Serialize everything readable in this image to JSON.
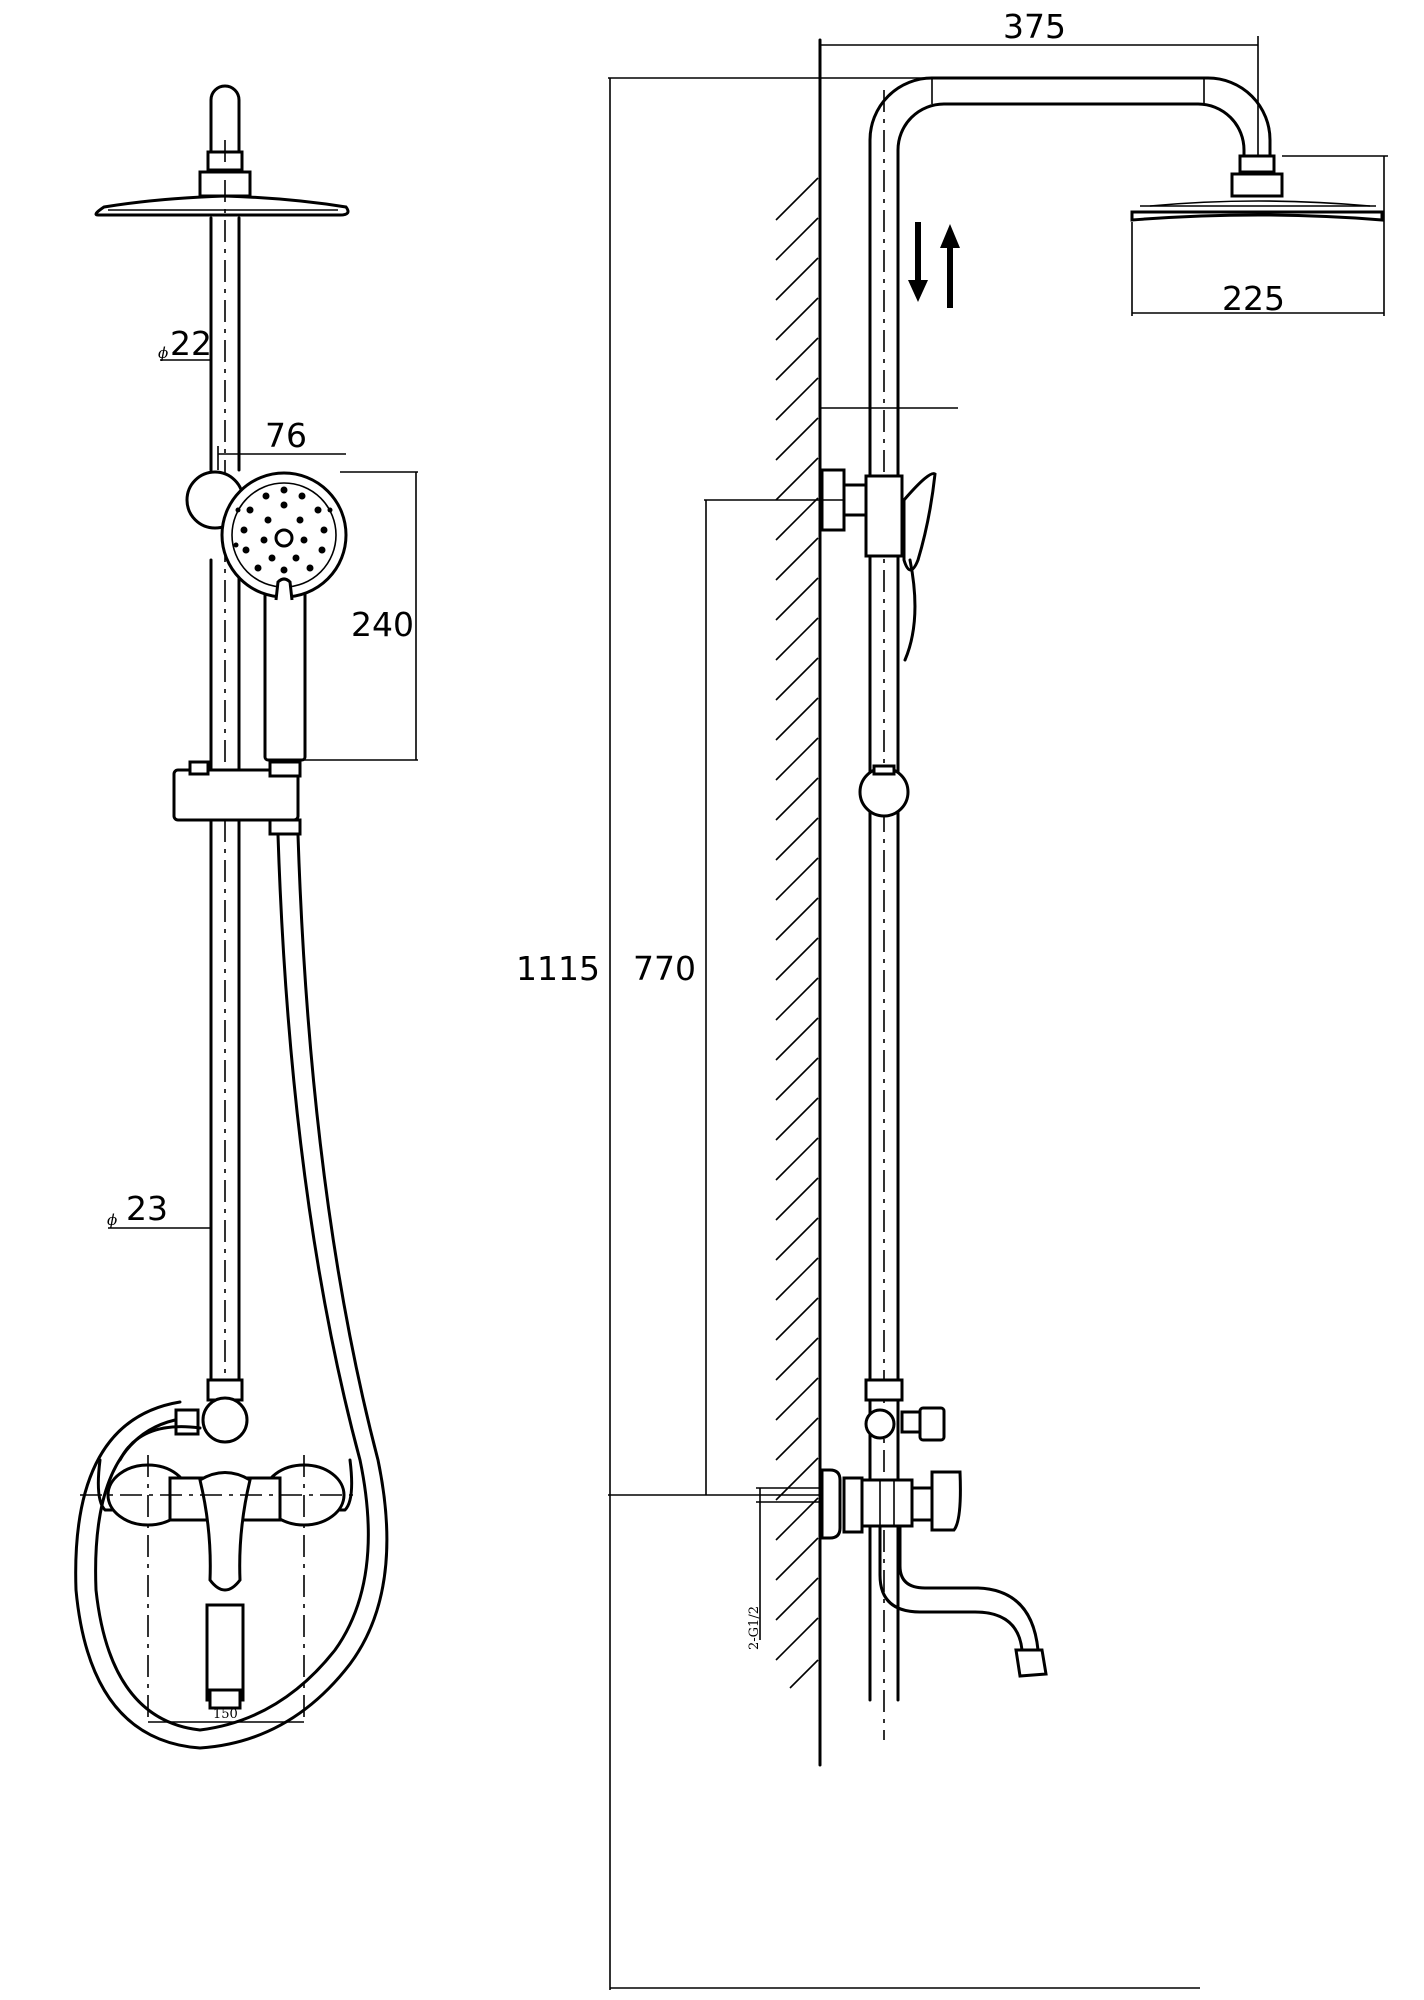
{
  "dimensions": {
    "arm_projection": "375",
    "head_diameter": "225",
    "rail_diameter_symbol": "ϕ",
    "rail_diameter": "22",
    "handshower_width": "76",
    "handshower_length": "240",
    "pipe_diameter_symbol": "ϕ",
    "pipe_diameter": "23",
    "total_height": "1115",
    "mixer_height": "770",
    "inlet_spacing": "150",
    "inlet_thread": "2-G1/2"
  },
  "colors": {
    "line": "#000000",
    "background": "#ffffff"
  }
}
